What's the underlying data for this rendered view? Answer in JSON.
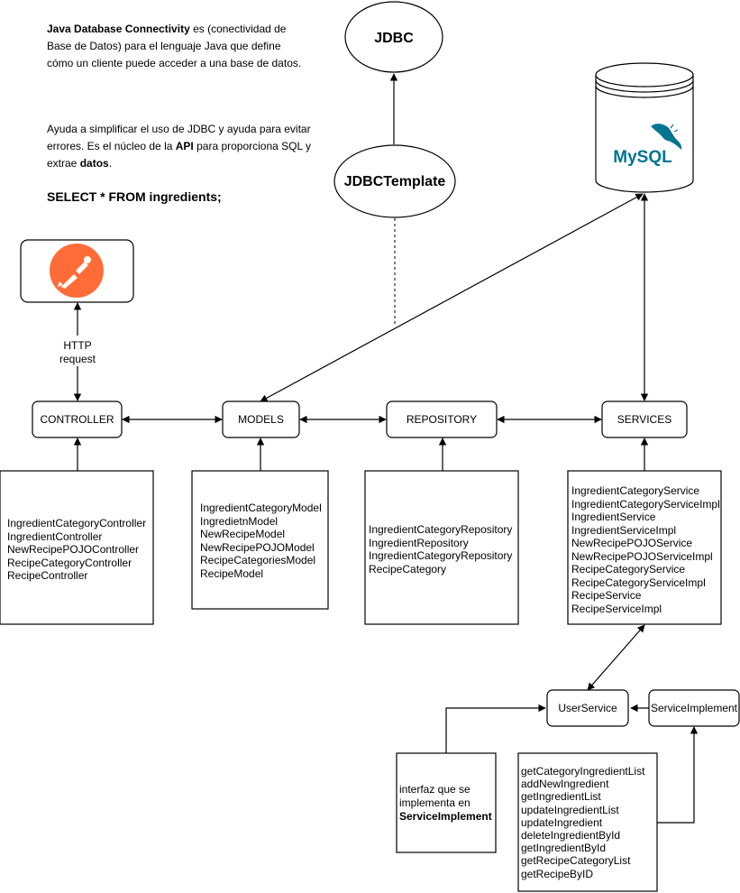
{
  "description": {
    "jdbc_bold": "Java Database Connectivity",
    "jdbc_rest_line1": " es (conectividad de",
    "jdbc_line2": "Base de Datos) para el lenguaje Java que define",
    "jdbc_line3": "cómo un cliente puede acceder a una base de datos.",
    "template_line1": "Ayuda a simplificar el uso de JDBC y ayuda para evitar",
    "template_line2_pre": "errores. Es el núcleo de la ",
    "template_line2_bold": "API",
    "template_line2_post": " para proporciona SQL y",
    "template_line3_pre": " extrae ",
    "template_line3_bold": "datos",
    "template_line3_post": ".",
    "sql_query": "SELECT * FROM ingredients;"
  },
  "nodes": {
    "jdbc": "JDBC",
    "jdbc_template": "JDBCTemplate",
    "database_logo_text": "MySQL",
    "http_request_line1": "HTTP",
    "http_request_line2": "request",
    "controller": "CONTROLLER",
    "models": "MODELS",
    "repository": "REPOSITORY",
    "services": "SERVICES",
    "user_service": "UserService",
    "service_implement": "ServiceImplement"
  },
  "lists": {
    "controllers": [
      "IngredientCategoryController",
      "IngredientController",
      "NewRecipePOJOController",
      "RecipeCategoryController",
      "RecipeController"
    ],
    "models": [
      "IngredientCategoryModel",
      "IngredietnModel",
      "NewRecipeModel",
      "NewRecipePOJOModel",
      "RecipeCategoriesModel",
      "RecipeModel"
    ],
    "repositories": [
      "IngredientCategoryRepository",
      "IngredientRepository",
      "IngredientCategoryRepository",
      "RecipeCategory"
    ],
    "services": [
      "IngredientCategoryService",
      "IngredientCategoryServiceImpl",
      "IngredientService",
      "IngredientServiceImpl",
      "NewRecipePOJOService",
      "NewRecipePOJOServiceImpl",
      "RecipeCategoryService",
      "RecipeCategoryServiceImpl",
      "RecipeService",
      "RecipeServiceImpl"
    ],
    "methods": [
      "getCategoryIngredientList",
      "addNewIngredient",
      "getIngredientList",
      "updateIngredientList",
      "updateIngredient",
      "deleteIngredientById",
      "getIngredientById",
      "getRecipeCategoryList",
      "getRecipeByID"
    ]
  },
  "interface_note": {
    "line1": "interfaz que se",
    "line2": "implementa en",
    "line3_bold": "ServiceImplement"
  },
  "colors": {
    "postman_orange": "#FF6C37",
    "mysql_blue": "#00758F",
    "mysql_orange": "#F29111",
    "stroke": "#000000"
  }
}
